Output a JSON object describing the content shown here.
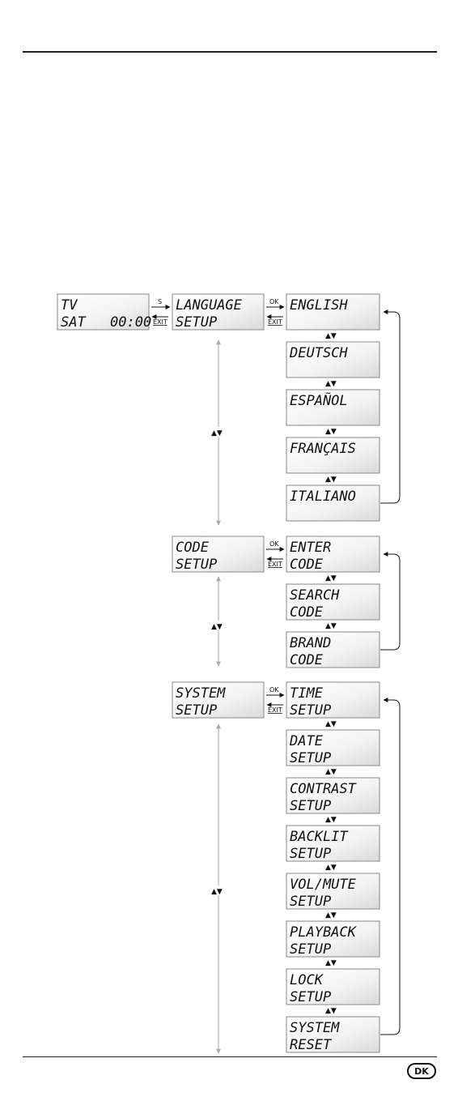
{
  "page": {
    "language_badge": "DK"
  },
  "labels": {
    "s": "S",
    "ok": "OK",
    "exit": "EXIT",
    "updown": "▲▼"
  },
  "start_screen": {
    "line1": "TV",
    "line2a": "SAT",
    "line2b": "00:00"
  },
  "menus": [
    {
      "id": "language",
      "line1": "LANGUAGE",
      "line2": "SETUP",
      "items": [
        [
          "ENGLISH",
          ""
        ],
        [
          "DEUTSCH",
          ""
        ],
        [
          "ESPAÑOL",
          ""
        ],
        [
          "FRANÇAIS",
          ""
        ],
        [
          "ITALIANO",
          ""
        ]
      ]
    },
    {
      "id": "code",
      "line1": "CODE",
      "line2": "SETUP",
      "items": [
        [
          "ENTER",
          "CODE"
        ],
        [
          "SEARCH",
          "CODE"
        ],
        [
          "BRAND",
          "CODE"
        ]
      ]
    },
    {
      "id": "system",
      "line1": "SYSTEM",
      "line2": "SETUP",
      "items": [
        [
          "TIME",
          "SETUP"
        ],
        [
          "DATE",
          "SETUP"
        ],
        [
          "CONTRAST",
          "SETUP"
        ],
        [
          "BACKLIT",
          "SETUP"
        ],
        [
          "VOL/MUTE",
          "SETUP"
        ],
        [
          "PLAYBACK",
          "SETUP"
        ],
        [
          "LOCK",
          "SETUP"
        ],
        [
          "SYSTEM",
          "RESET"
        ]
      ]
    }
  ]
}
